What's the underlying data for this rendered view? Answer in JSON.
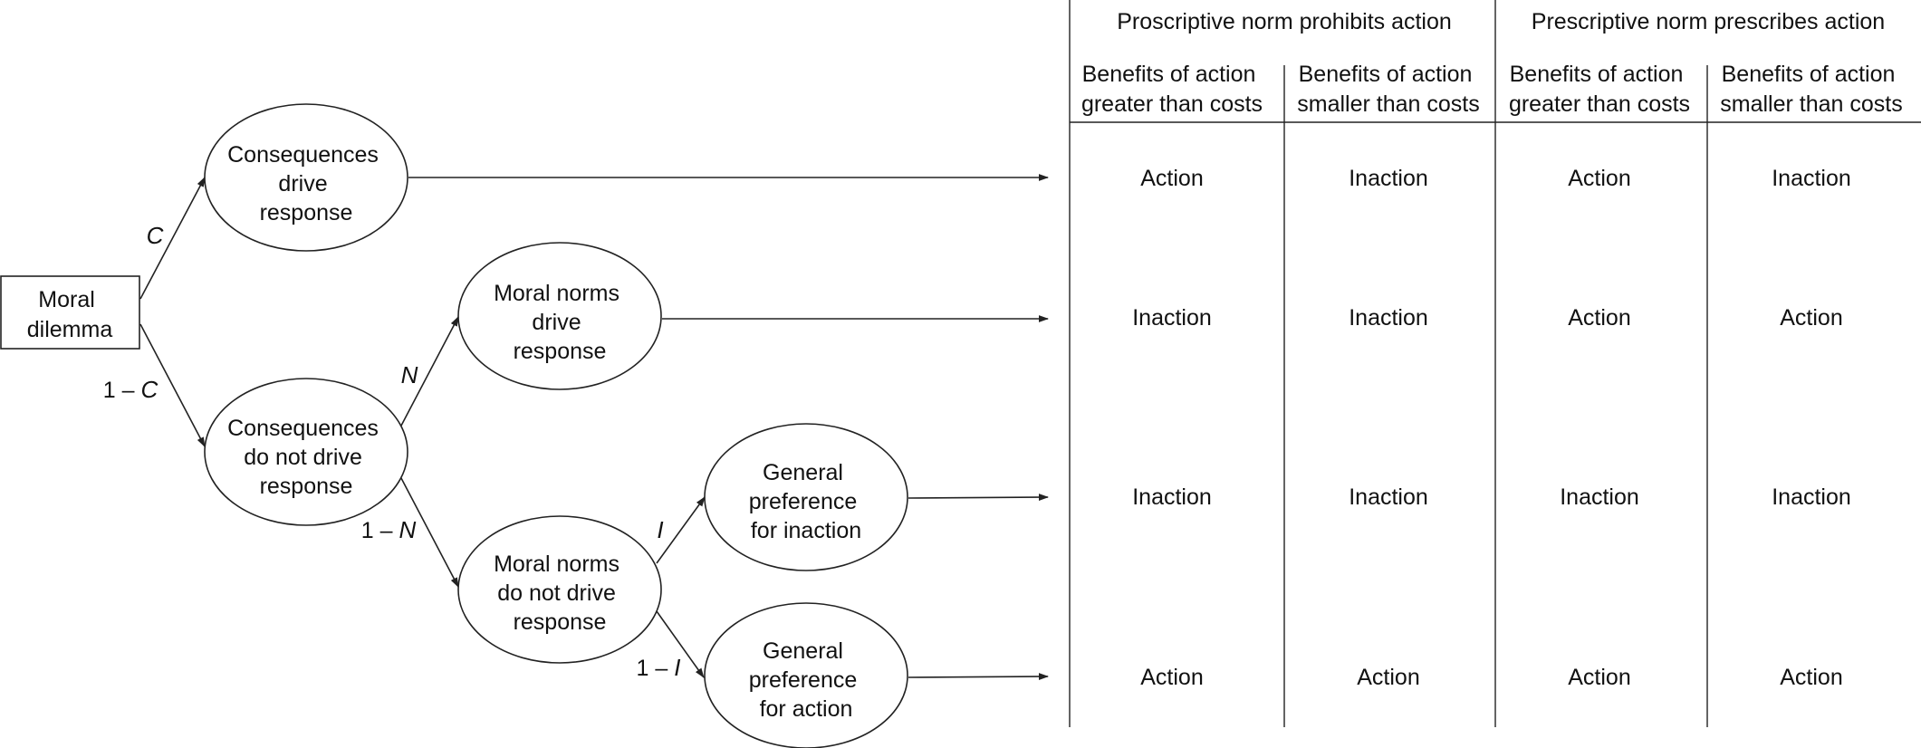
{
  "tree": {
    "root": {
      "lines": [
        "Moral",
        "dilemma"
      ]
    },
    "nodes": {
      "consequences_drive": [
        "Consequences",
        "drive",
        "response"
      ],
      "consequences_not_drive": [
        "Consequences",
        "do not drive",
        "response"
      ],
      "norms_drive": [
        "Moral norms",
        "drive",
        "response"
      ],
      "norms_not_drive": [
        "Moral norms",
        "do not drive",
        "response"
      ],
      "pref_inaction": [
        "General",
        "preference",
        "for inaction"
      ],
      "pref_action": [
        "General",
        "preference",
        "for action"
      ]
    },
    "edge_labels": {
      "c": {
        "pre": "",
        "var": "C"
      },
      "one_minus_c": {
        "pre": "1 – ",
        "var": "C"
      },
      "n": {
        "pre": "",
        "var": "N"
      },
      "one_minus_n": {
        "pre": "1 – ",
        "var": "N"
      },
      "i": {
        "pre": "",
        "var": "I"
      },
      "one_minus_i": {
        "pre": "1 – ",
        "var": "I"
      }
    }
  },
  "table": {
    "groups": [
      "Proscriptive norm prohibits action",
      "Prescriptive norm prescribes action"
    ],
    "columns": [
      [
        "Benefits of action",
        "greater than costs"
      ],
      [
        "Benefits of action",
        "smaller than costs"
      ],
      [
        "Benefits of action",
        "greater than costs"
      ],
      [
        "Benefits of action",
        "smaller than costs"
      ]
    ],
    "rows": [
      [
        "Action",
        "Inaction",
        "Action",
        "Inaction"
      ],
      [
        "Inaction",
        "Inaction",
        "Action",
        "Action"
      ],
      [
        "Inaction",
        "Inaction",
        "Inaction",
        "Inaction"
      ],
      [
        "Action",
        "Action",
        "Action",
        "Action"
      ]
    ]
  }
}
